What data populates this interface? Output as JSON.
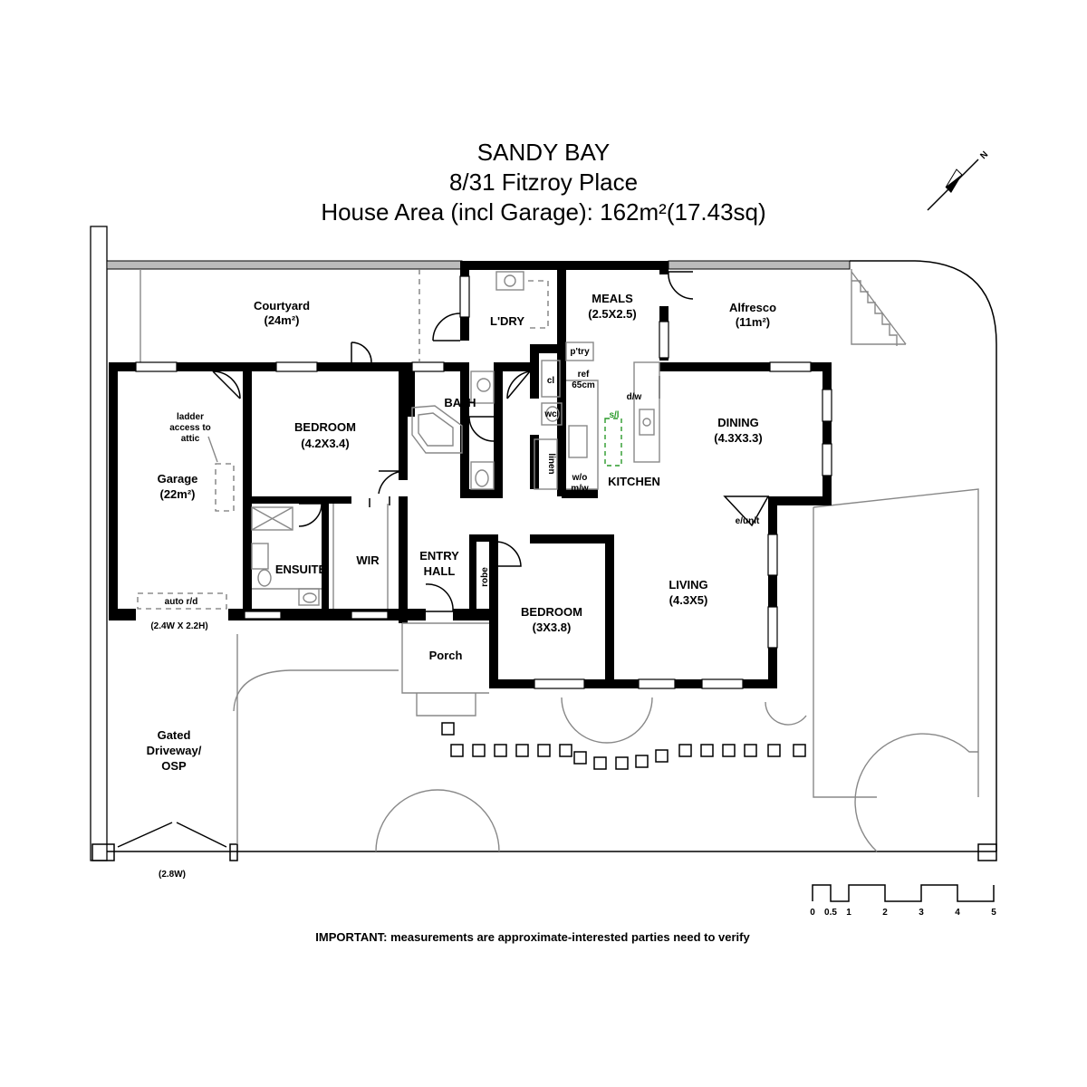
{
  "title": {
    "suburb": "SANDY BAY",
    "address": "8/31 Fitzroy Place",
    "area": "House Area (incl Garage): 162m²(17.43sq)"
  },
  "compass": {
    "north_label": "N",
    "icon": "north-arrow-icon"
  },
  "rooms": {
    "courtyard": {
      "name": "Courtyard",
      "size": "(24m²)"
    },
    "laundry": {
      "name": "L'DRY"
    },
    "meals": {
      "name": "MEALS",
      "size": "(2.5X2.5)"
    },
    "alfresco": {
      "name": "Alfresco",
      "size": "(11m²)"
    },
    "pantry": {
      "name": "p'try"
    },
    "cl": {
      "name": "cl"
    },
    "ref": {
      "line1": "ref",
      "line2": "65cm"
    },
    "dw": {
      "name": "d/w"
    },
    "sl": {
      "name": "s/l"
    },
    "bath": {
      "name": "BATH"
    },
    "wc": {
      "name": "wc"
    },
    "linen": {
      "name": "linen"
    },
    "wo_mw": {
      "line1": "w/o",
      "line2": "m/w"
    },
    "kitchen": {
      "name": "KITCHEN"
    },
    "dining": {
      "name": "DINING",
      "size": "(4.3X3.3)"
    },
    "bedroom1": {
      "name": "BEDROOM",
      "size": "(4.2X3.4)"
    },
    "garage": {
      "name": "Garage",
      "size": "(22m²)"
    },
    "ladder": {
      "line1": "ladder",
      "line2": "access to",
      "line3": "attic"
    },
    "ensuite": {
      "name": "ENSUITE"
    },
    "wir": {
      "name": "WIR"
    },
    "entry_hall": {
      "line1": "ENTRY",
      "line2": "HALL"
    },
    "robe": {
      "name": "robe"
    },
    "bedroom2": {
      "name": "BEDROOM",
      "size": "(3X3.8)"
    },
    "eunit": {
      "name": "e/unit"
    },
    "living": {
      "name": "LIVING",
      "size": "(4.3X5)"
    },
    "porch": {
      "name": "Porch"
    },
    "auto_rd": {
      "name": "auto r/d"
    },
    "garage_door": {
      "name": "(2.4W X 2.2H)"
    },
    "driveway": {
      "line1": "Gated",
      "line2": "Driveway/",
      "line3": "OSP"
    },
    "gate": {
      "name": "(2.8W)"
    }
  },
  "scale_bar": {
    "labels": [
      "0",
      "0.5",
      "1",
      "2",
      "3",
      "4",
      "5"
    ]
  },
  "disclaimer": "IMPORTANT: measurements are approximate-interested parties need to verify",
  "colors": {
    "walls": "#000000",
    "fixtures": "#888888",
    "sink_line": "#2a9a2a"
  }
}
